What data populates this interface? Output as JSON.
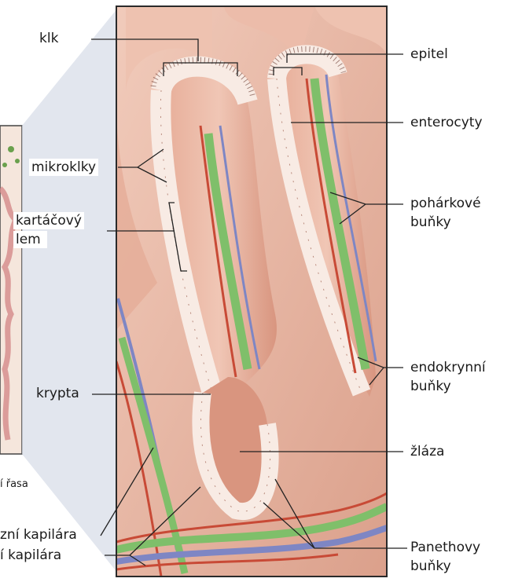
{
  "labels": {
    "klk": "klk",
    "mikroklky": "mikroklky",
    "kartacovy_1": "kartáčový",
    "kartacovy_2": "lem",
    "krypta": "krypta",
    "rasa": "í řasa",
    "lymf_kapilara": "zní kapilára",
    "krev_kapilara": "í kapilára",
    "epitel": "epitel",
    "enterocyty": "enterocyty",
    "poharkove_1": "pohárkové",
    "poharkove_2": "buňky",
    "endokrynni_1": "endokrynní",
    "endokrynni_2": "buňky",
    "zlaza": "žláza",
    "panethovy_1": "Panethovy",
    "panethovy_2": "buňky"
  },
  "colors": {
    "tissue": "#e9b7a4",
    "tissue_dark": "#c98a76",
    "epithelium": "#f6e7df",
    "artery": "#c84a36",
    "vein": "#7e86c4",
    "lymph": "#7fbf6a",
    "panel_bg": "#f3d2c4"
  }
}
